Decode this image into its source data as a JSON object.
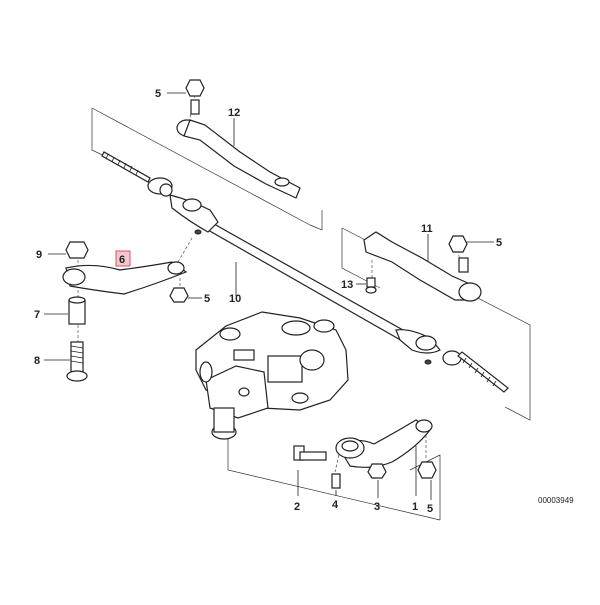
{
  "diagram": {
    "reference_number": "00003949",
    "highlighted_part": "6",
    "highlight_color": "#f4c7cf",
    "highlight_border_color": "#d3546b",
    "callouts": {
      "p1": "1",
      "p2": "2",
      "p3": "3",
      "p4": "4",
      "p5a": "5",
      "p5b": "5",
      "p5c": "5",
      "p5d": "5",
      "p6": "6",
      "p7": "7",
      "p8": "8",
      "p9": "9",
      "p10": "10",
      "p11": "11",
      "p12": "12",
      "p13": "13"
    }
  }
}
